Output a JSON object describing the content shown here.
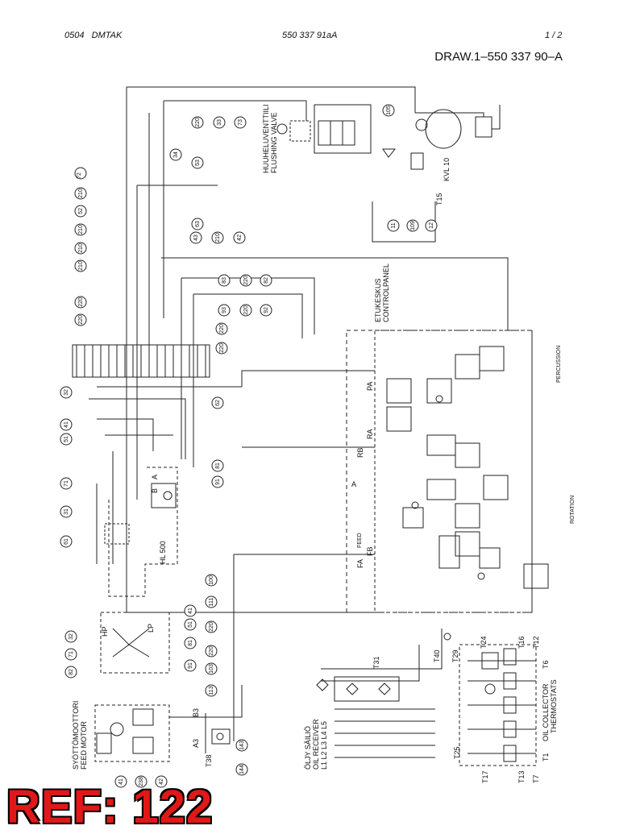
{
  "header": {
    "code": "0504",
    "product": "DMTAK",
    "doc_number": "550 337 91aA",
    "page": "1 /  2"
  },
  "drawing_ref": "DRAW.1–550 337 90–A",
  "labels": {
    "flushing_fi": "HUUHELUVENTTIILI",
    "flushing_en": "FLUSHING VALVE",
    "control_fi": "ETUKESKUS",
    "control_en": "CONTROLPANEL",
    "kvl": "KVL 10",
    "hl": "HL 500",
    "feed_motor_fi": "SYÖTTÖMOOTTORI",
    "feed_motor_en": "FEED MOTOR",
    "oil_receiver_fi": "ÖLJY SÄILIÖ",
    "oil_receiver_en": "OIL RECEIVER",
    "oil_lines": "L1 L2 L3 L4 L5",
    "collector_en": "OIL COLLECTOR",
    "collector_en2": "THERMOSTATS",
    "percussion": "PERCUSSION",
    "rotation": "ROTATION",
    "feed": "FEED",
    "hp": "HP",
    "lp": "LP",
    "a_box": "A"
  },
  "port_labels": [
    "PA",
    "RB",
    "RA",
    "FB",
    "FA",
    "B",
    "A",
    "A3",
    "B3"
  ],
  "ports_t": [
    "T15",
    "T38",
    "T24",
    "T29",
    "T40",
    "T31",
    "T25",
    "T16",
    "T12",
    "T17",
    "T13",
    "T6",
    "T7",
    "T1"
  ],
  "balloons": [
    "72",
    "210",
    "52",
    "210",
    "210",
    "210",
    "220",
    "220",
    "32",
    "41",
    "51",
    "71",
    "31",
    "61",
    "34",
    "53",
    "43",
    "63",
    "210",
    "42",
    "83",
    "93",
    "220",
    "220",
    "82",
    "92",
    "220",
    "220",
    "62",
    "81",
    "91",
    "220",
    "33",
    "73",
    "105",
    "11",
    "109",
    "12",
    "100",
    "111",
    "41",
    "51",
    "220",
    "81",
    "220",
    "103",
    "91",
    "113",
    "32",
    "71",
    "82",
    "143",
    "144",
    "41",
    "238",
    "42"
  ],
  "ref_label": "REF: 122"
}
